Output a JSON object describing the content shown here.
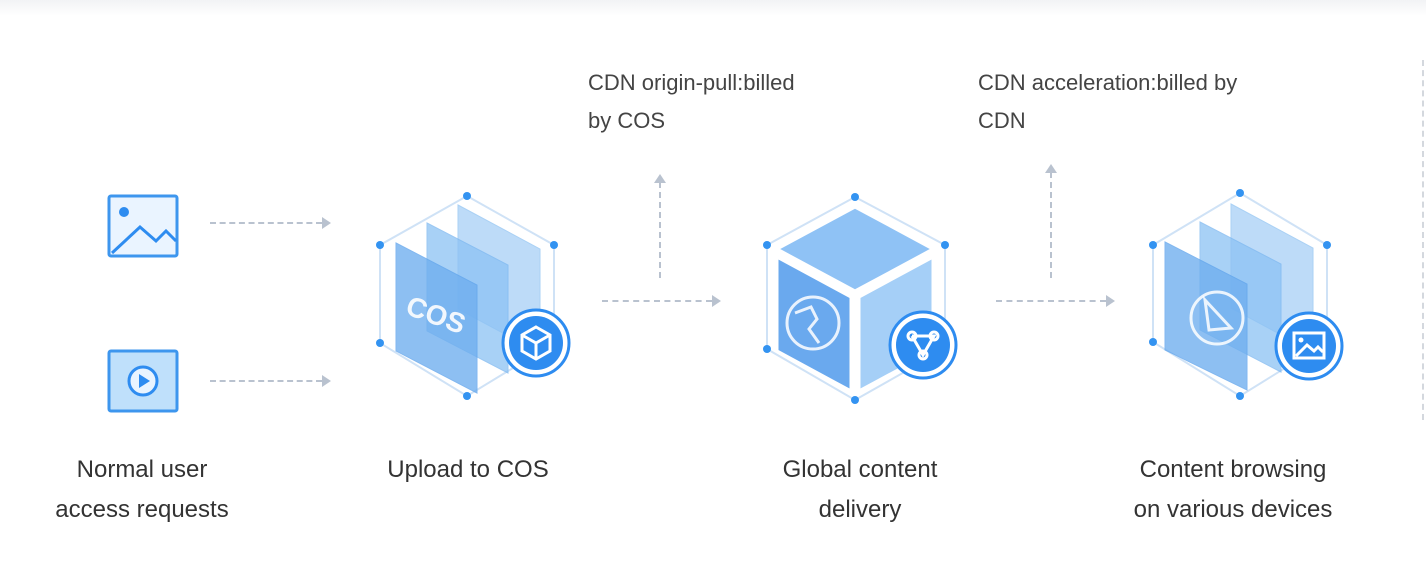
{
  "steps": [
    {
      "label_line1": "Normal user",
      "label_line2": "access requests"
    },
    {
      "label_line1": "Upload to COS",
      "label_line2": ""
    },
    {
      "label_line1": "Global content",
      "label_line2": "delivery"
    },
    {
      "label_line1": "Content browsing",
      "label_line2": "on various devices"
    }
  ],
  "notes": {
    "origin_pull": {
      "line1": "CDN origin-pull:billed",
      "line2": "by COS"
    },
    "acceleration": {
      "line1": "CDN acceleration:billed by",
      "line2": "CDN"
    }
  },
  "cos_text": "COS",
  "icons": {
    "image_request": "image-icon",
    "video_request": "play-icon",
    "cos_badge": "box-3d-icon",
    "cdn_badge": "network-node-icon",
    "device_badge": "image-icon",
    "globe": "globe-icon",
    "compass": "compass-icon"
  },
  "colors": {
    "accent": "#2e8cf0",
    "panel": "#7fb8f2",
    "arrow": "#b9c2cf",
    "text": "#333333"
  }
}
